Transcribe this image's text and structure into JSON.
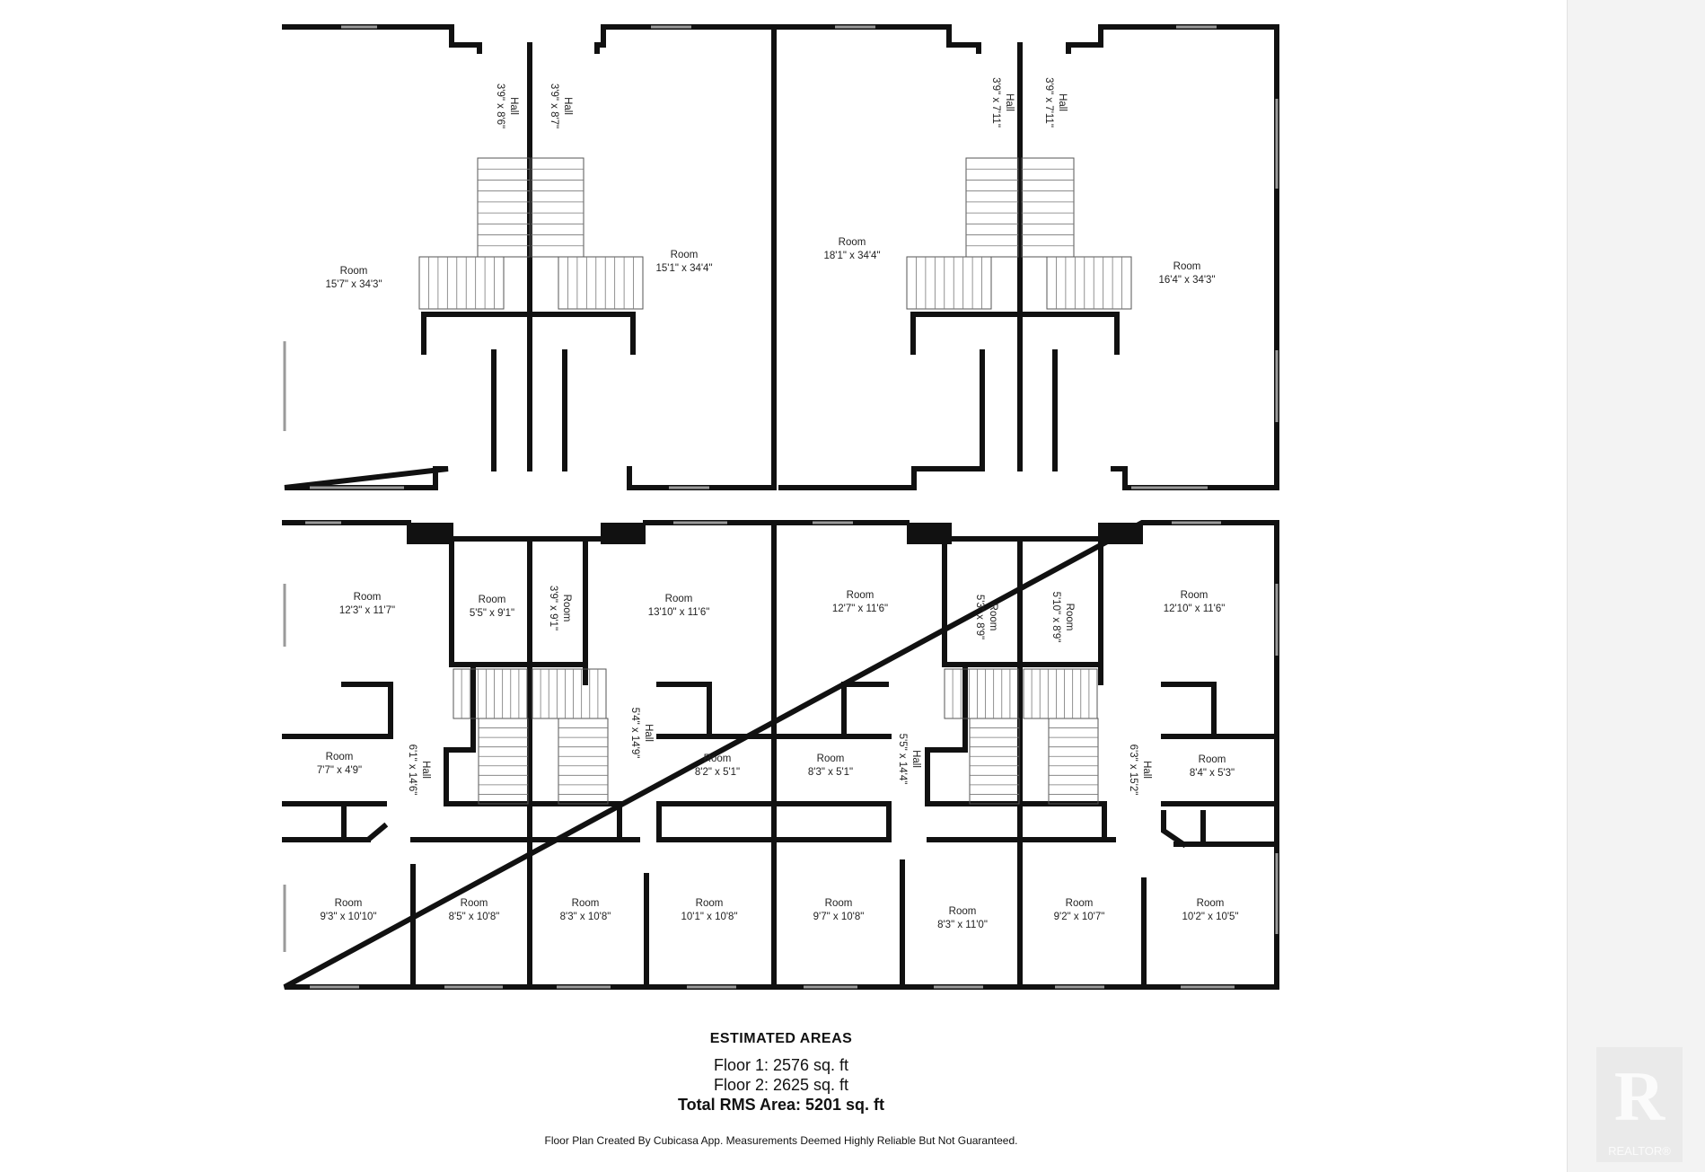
{
  "floor2_rooms": [
    {
      "name": "Room",
      "dims": "15'7\" x 34'3\""
    },
    {
      "name": "Hall",
      "dims": "3'9\" x 8'6\""
    },
    {
      "name": "Hall",
      "dims": "3'9\" x 8'7\""
    },
    {
      "name": "Room",
      "dims": "15'1\" x 34'4\""
    },
    {
      "name": "Room",
      "dims": "18'1\" x 34'4\""
    },
    {
      "name": "Hall",
      "dims": "3'9\" x 7'11\""
    },
    {
      "name": "Hall",
      "dims": "3'9\" x 7'11\""
    },
    {
      "name": "Room",
      "dims": "16'4\" x 34'3\""
    }
  ],
  "floor1_rooms": [
    {
      "name": "Room",
      "dims": "12'3\" x 11'7\""
    },
    {
      "name": "Room",
      "dims": "5'5\" x 9'1\""
    },
    {
      "name": "Room",
      "dims": "3'9\" x 9'1\""
    },
    {
      "name": "Room",
      "dims": "13'10\" x 11'6\""
    },
    {
      "name": "Room",
      "dims": "12'7\" x 11'6\""
    },
    {
      "name": "Room",
      "dims": "5'3\" x 8'9\""
    },
    {
      "name": "Room",
      "dims": "5'10\" x 8'9\""
    },
    {
      "name": "Room",
      "dims": "12'10\" x 11'6\""
    },
    {
      "name": "Room",
      "dims": "7'7\" x 4'9\""
    },
    {
      "name": "Hall",
      "dims": "6'1\" x 14'6\""
    },
    {
      "name": "Hall",
      "dims": "5'4\" x 14'9\""
    },
    {
      "name": "Room",
      "dims": "8'2\" x 5'1\""
    },
    {
      "name": "Room",
      "dims": "8'3\" x 5'1\""
    },
    {
      "name": "Hall",
      "dims": "5'5\" x 14'4\""
    },
    {
      "name": "Hall",
      "dims": "6'3\" x 15'2\""
    },
    {
      "name": "Room",
      "dims": "8'4\" x 5'3\""
    },
    {
      "name": "Room",
      "dims": "9'3\" x 10'10\""
    },
    {
      "name": "Room",
      "dims": "8'5\" x 10'8\""
    },
    {
      "name": "Room",
      "dims": "8'3\" x 10'8\""
    },
    {
      "name": "Room",
      "dims": "10'1\" x 10'8\""
    },
    {
      "name": "Room",
      "dims": "9'7\" x 10'8\""
    },
    {
      "name": "Room",
      "dims": "8'3\" x 11'0\""
    },
    {
      "name": "Room",
      "dims": "9'2\" x 10'7\""
    },
    {
      "name": "Room",
      "dims": "10'2\" x 10'5\""
    }
  ],
  "summary": {
    "heading": "ESTIMATED AREAS",
    "floor1": "Floor 1: 2576 sq. ft",
    "floor2": "Floor 2: 2625 sq. ft",
    "total": "Total RMS Area: 5201 sq. ft"
  },
  "disclaimer": "Floor Plan Created By Cubicasa App. Measurements Deemed Highly Reliable But Not Guaranteed.",
  "logo": {
    "letter": "R",
    "word": "REALTOR®"
  },
  "colors": {
    "wall": "#111111",
    "stairs": "#555555",
    "window": "#9a9a9a",
    "side_band": "#f3f3f3"
  }
}
